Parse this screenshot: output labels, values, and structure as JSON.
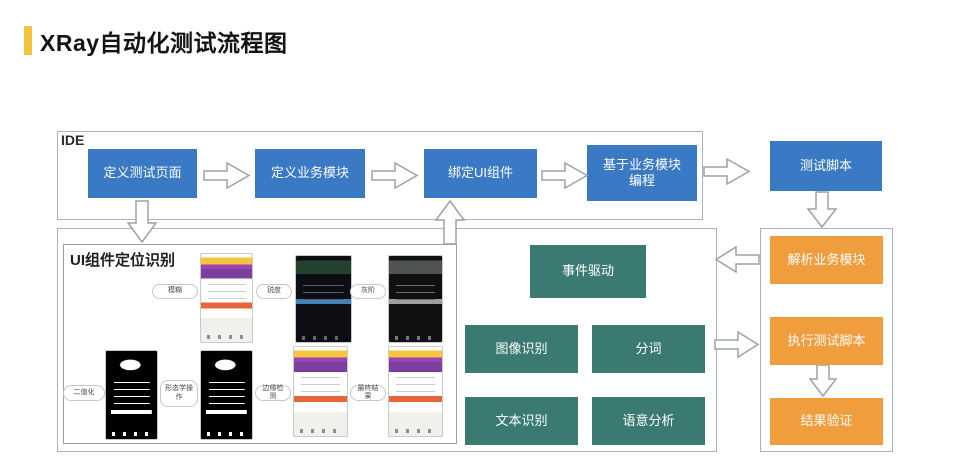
{
  "title": "XRay自动化测试流程图",
  "ide": {
    "label": "IDE",
    "steps": [
      "定义测试页面",
      "定义业务模块",
      "绑定UI组件",
      "基于业务模块编程"
    ]
  },
  "boxes": {
    "test_script": "测试脚本"
  },
  "ui_locator": {
    "label": "UI组件定位识别",
    "stage_labels": [
      "模糊",
      "锐度",
      "灰阶",
      "二值化",
      "形态学操作",
      "边缘检测",
      "最终结果"
    ]
  },
  "engine": {
    "event_driven": "事件驱动",
    "image_recognition": "图像识别",
    "word_segmentation": "分词",
    "text_recognition": "文本识别",
    "semantic_analysis": "语意分析"
  },
  "runtime": {
    "parse_module": "解析业务模块",
    "execute_script": "执行测试脚本",
    "verify_result": "结果验证"
  },
  "colors": {
    "blue": "#3a79c3",
    "teal": "#3a7a72",
    "orange": "#f09d3d",
    "accent_yellow": "#f3c340",
    "border_gray": "#aab2ba"
  }
}
